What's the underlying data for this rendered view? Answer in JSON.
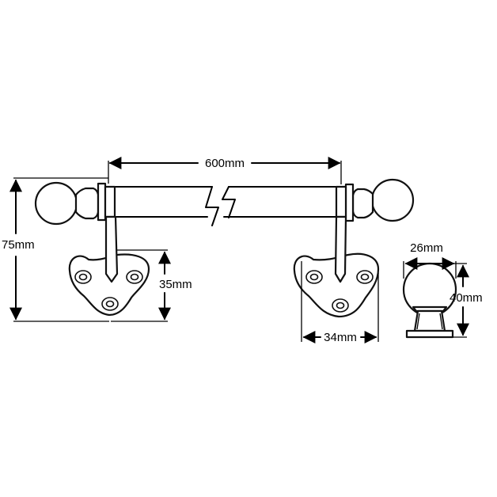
{
  "dimensions": {
    "rail_length": "600mm",
    "overall_height": "75mm",
    "plate_height": "35mm",
    "plate_width": "34mm",
    "finial_width": "26mm",
    "finial_height": "40mm"
  },
  "colors": {
    "line": "#000000",
    "background": "#ffffff"
  }
}
